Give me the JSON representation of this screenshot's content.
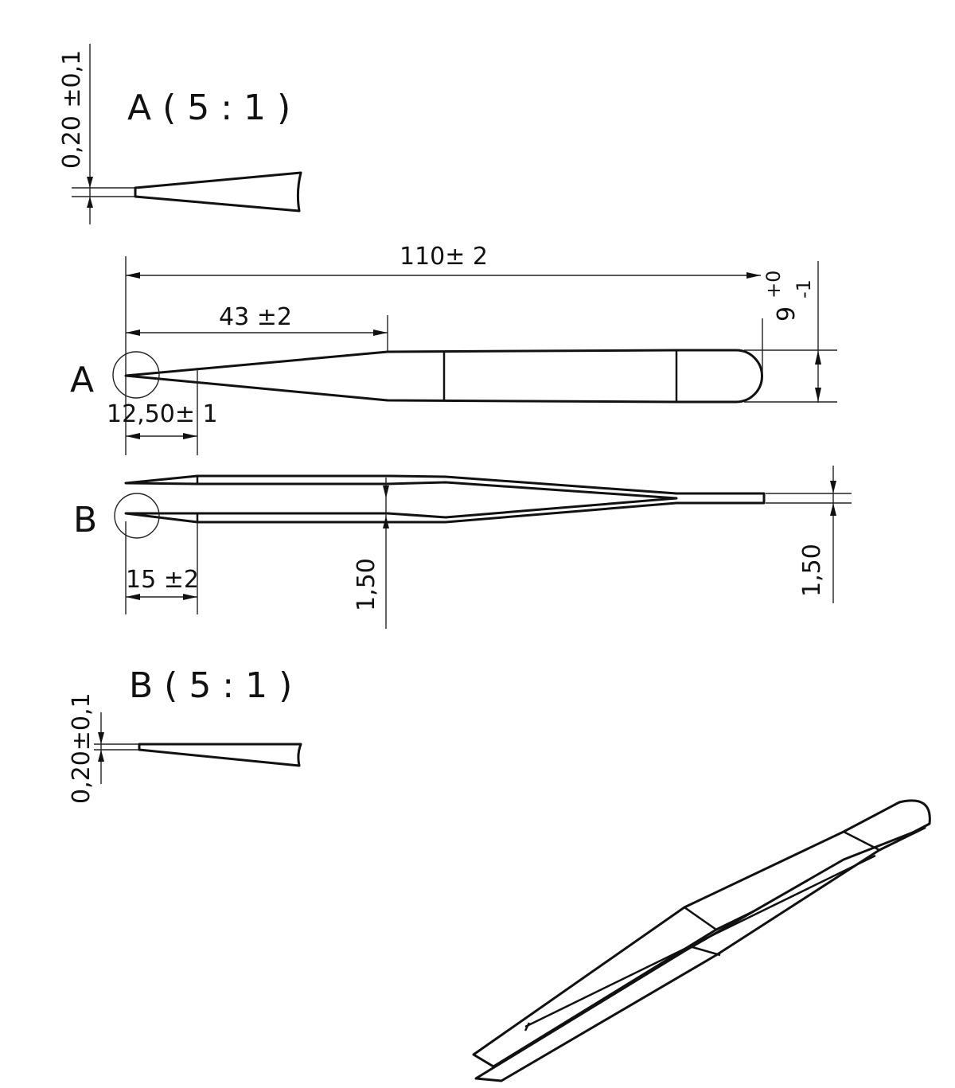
{
  "detail_a": {
    "title": "A ( 5 : 1 )",
    "tip_thickness": "0,20 ±0,1"
  },
  "view_a": {
    "label": "A",
    "overall_length": "110± 2",
    "taper_length": "43 ±2",
    "tip_length": "12,50± 1",
    "width_nominal": "9",
    "width_tol_upper": "+0",
    "width_tol_lower": "-1"
  },
  "view_b": {
    "label": "B",
    "tip_length": "15 ±2",
    "thickness_mid": "1,50",
    "thickness_end": "1,50"
  },
  "detail_b": {
    "title": "B ( 5 : 1 )",
    "tip_thickness": "0,20±0,1"
  }
}
